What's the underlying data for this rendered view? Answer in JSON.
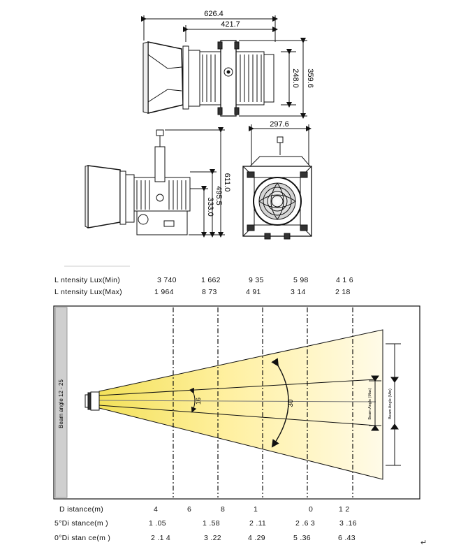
{
  "drawings": {
    "top": {
      "overall_length": "626.4",
      "body_length": "421.7",
      "body_height": "248.0",
      "overall_height": "359.6"
    },
    "side": {
      "total_height": "611.0",
      "height_b": "495.5",
      "height_c": "333.0"
    },
    "front": {
      "width": "297.6"
    }
  },
  "lux_table": {
    "min_label": "L    ntensity Lux(Min)",
    "min_values": [
      "3    740",
      "1    662",
      "9    35",
      "5    98",
      "4    1 6"
    ],
    "max_label": "L    ntensity Lux(Max)",
    "max_values": [
      "1    964",
      "8    73",
      "4    91",
      "3    14",
      "2    18"
    ]
  },
  "beam_diagram": {
    "side_label": "Beam angle 12 - 25",
    "angle_small": "16",
    "angle_large": "30",
    "max_bracket_label": "Beam Angle (Max)",
    "min_bracket_label": "Beam Angle (Min)"
  },
  "distance_table": {
    "row1_label": "D    istance(m)",
    "row1_values": [
      "4",
      "6",
      "8",
      "1",
      "0",
      "1    2"
    ],
    "row2_label": "5°Di stance(m )",
    "row2_values": [
      "1    .05",
      "1    .58",
      "2    .11",
      "2    .6 3",
      "3    .16"
    ],
    "row3_label": "0°Di stan ce(m )",
    "row3_values": [
      "2    .1 4",
      "3    .22",
      "4    .29",
      "5    .36",
      "6    .43"
    ]
  },
  "colors": {
    "light_core": "#fff19a",
    "light_edge": "#fff7d6",
    "line": "#111111",
    "side_bar": "#cfcfcf"
  }
}
